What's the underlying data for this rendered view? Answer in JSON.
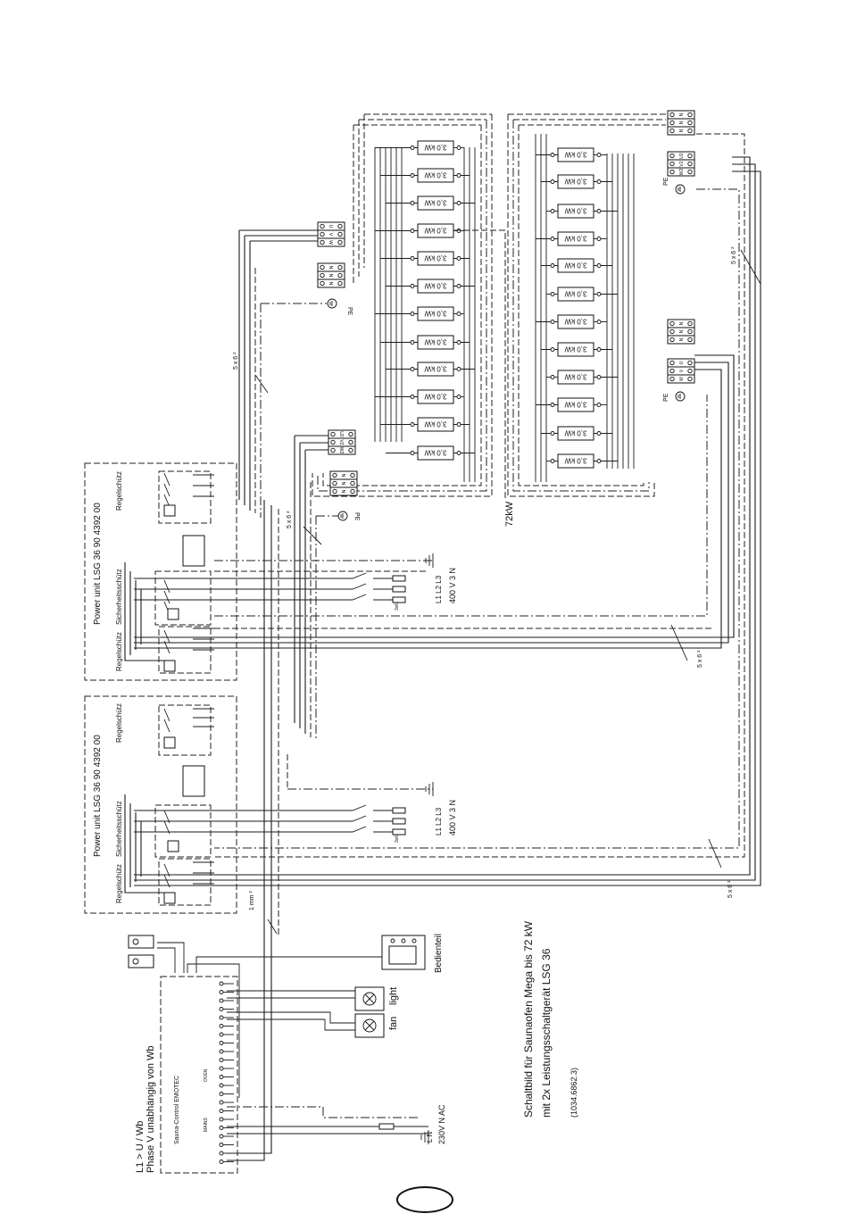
{
  "title": {
    "line1": "Schaltbild für Saunaofen Mega bis 72 kW",
    "line2": "mit 2x Leistungsschaltgerät LSG 36",
    "code": "(1034.6862.3)"
  },
  "heater": {
    "power_label": "72kW",
    "element_label": "3,0 kW"
  },
  "power_units": [
    {
      "name": "Power unit LSG 36   90 4392 00",
      "contactor_top": "Regelschütz",
      "contactor_mid": "Sicherheitsschütz",
      "contactor_bot": "Regelschütz",
      "supply_phases": "L1 L2 L3",
      "supply_voltage": "400 V 3 N",
      "fuse": "3x63A"
    },
    {
      "name": "Power unit LSG 36   90 4392 00",
      "contactor_top": "Regelschütz",
      "contactor_mid": "Sicherheitsschütz",
      "contactor_bot": "Regelschütz",
      "supply_phases": "L1 L2 L3",
      "supply_voltage": "400 V 3 N",
      "fuse": "3x63A"
    }
  ],
  "cables": {
    "cable_5x6": "5 x 6 ²",
    "cable_1": "1 mm ²"
  },
  "control": {
    "name": "Sauna-Control EMOTEC",
    "phase_note_1": "L1 > U / Wb",
    "phase_note_2": "Phase V unabhängig von Wb",
    "mains_label": "MAINS",
    "oven_label": "OVEN",
    "light_label": "light",
    "fan_label": "fan",
    "panel_label": "Bedienteil",
    "supply_1": "L    N",
    "supply_2": "230V N AC",
    "pe": "PE"
  },
  "terminal_labels": [
    "U",
    "V",
    "W",
    "N",
    "N",
    "N",
    "U2",
    "V2",
    "W2"
  ]
}
